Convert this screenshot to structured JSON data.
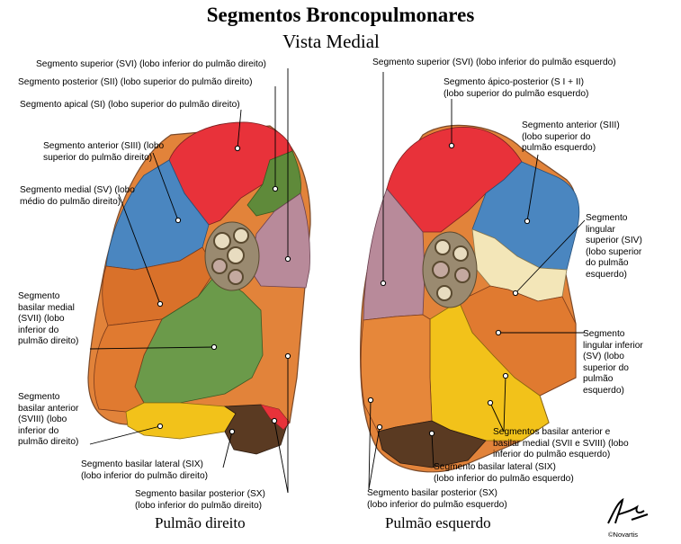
{
  "header": {
    "title": "Segmentos Broncopulmonares",
    "subtitle": "Vista Medial"
  },
  "right_lung": {
    "caption": "Pulmão direito",
    "labels": {
      "s6": "Segmento superior (SVI) (lobo inferior do pulmão direito)",
      "s2": "Segmento posterior (SII) (lobo superior do pulmão direito)",
      "s1": "Segmento apical (SI) (lobo superior do pulmão direito)",
      "s3_line1": "Segmento anterior (SIII) (lobo",
      "s3_line2": "superior do pulmão direito)",
      "s5_line1": "Segmento medial (SV) (lobo",
      "s5_line2": "médio do pulmão direito)",
      "s7_line1": "Segmento",
      "s7_line2": "basilar medial",
      "s7_line3": "(SVII) (lobo",
      "s7_line4": "inferior do",
      "s7_line5": "pulmão direito)",
      "s8_line1": "Segmento",
      "s8_line2": "basilar anterior",
      "s8_line3": "(SVIII) (lobo",
      "s8_line4": "inferior do",
      "s8_line5": "pulmão direito)",
      "s9_line1": "Segmento basilar lateral (SIX)",
      "s9_line2": "(lobo inferior do pulmão direito)",
      "s10_line1": "Segmento basilar posterior (SX)",
      "s10_line2": "(lobo inferior do pulmão direito)"
    }
  },
  "left_lung": {
    "caption": "Pulmão esquerdo",
    "labels": {
      "s6": "Segmento superior (SVI) (lobo inferior do pulmão esquerdo)",
      "s12_line1": "Segmento ápico-posterior (S I + II)",
      "s12_line2": "(lobo superior do pulmão esquerdo)",
      "s3_line1": "Segmento anterior (SIII)",
      "s3_line2": "(lobo superior do",
      "s3_line3": "pulmão esquerdo)",
      "s4_line1": "Segmento",
      "s4_line2": "lingular",
      "s4_line3": "superior (SIV)",
      "s4_line4": "(lobo superior",
      "s4_line5": "do pulmão",
      "s4_line6": "esquerdo)",
      "s5_line1": "Segmento",
      "s5_line2": "lingular inferior",
      "s5_line3": "(SV) (lobo",
      "s5_line4": "superior do",
      "s5_line5": "pulmão",
      "s5_line6": "esquerdo)",
      "s78_line1": "Segmentos basilar anterior e",
      "s78_line2": "basilar medial (SVII e SVIII) (lobo",
      "s78_line3": "inferior do pulmão esquerdo)",
      "s9_line1": "Segmento basilar lateral (SIX)",
      "s9_line2": "(lobo inferior do pulmão esquerdo)",
      "s10_line1": "Segmento basilar posterior (SX)",
      "s10_line2": "(lobo inferior do pulmão esquerdo)"
    }
  },
  "footer": {
    "copyright": "©Novartis"
  },
  "colors": {
    "red": "#e8323a",
    "blue": "#4a86c0",
    "olive": "#5f8a3a",
    "mauve": "#b88a9a",
    "orange": "#e2833a",
    "green": "#6b9a4a",
    "yellow": "#f2c21a",
    "brown": "#5a3a22",
    "cream": "#f3e6b8",
    "hilum": "#9a8a70"
  }
}
